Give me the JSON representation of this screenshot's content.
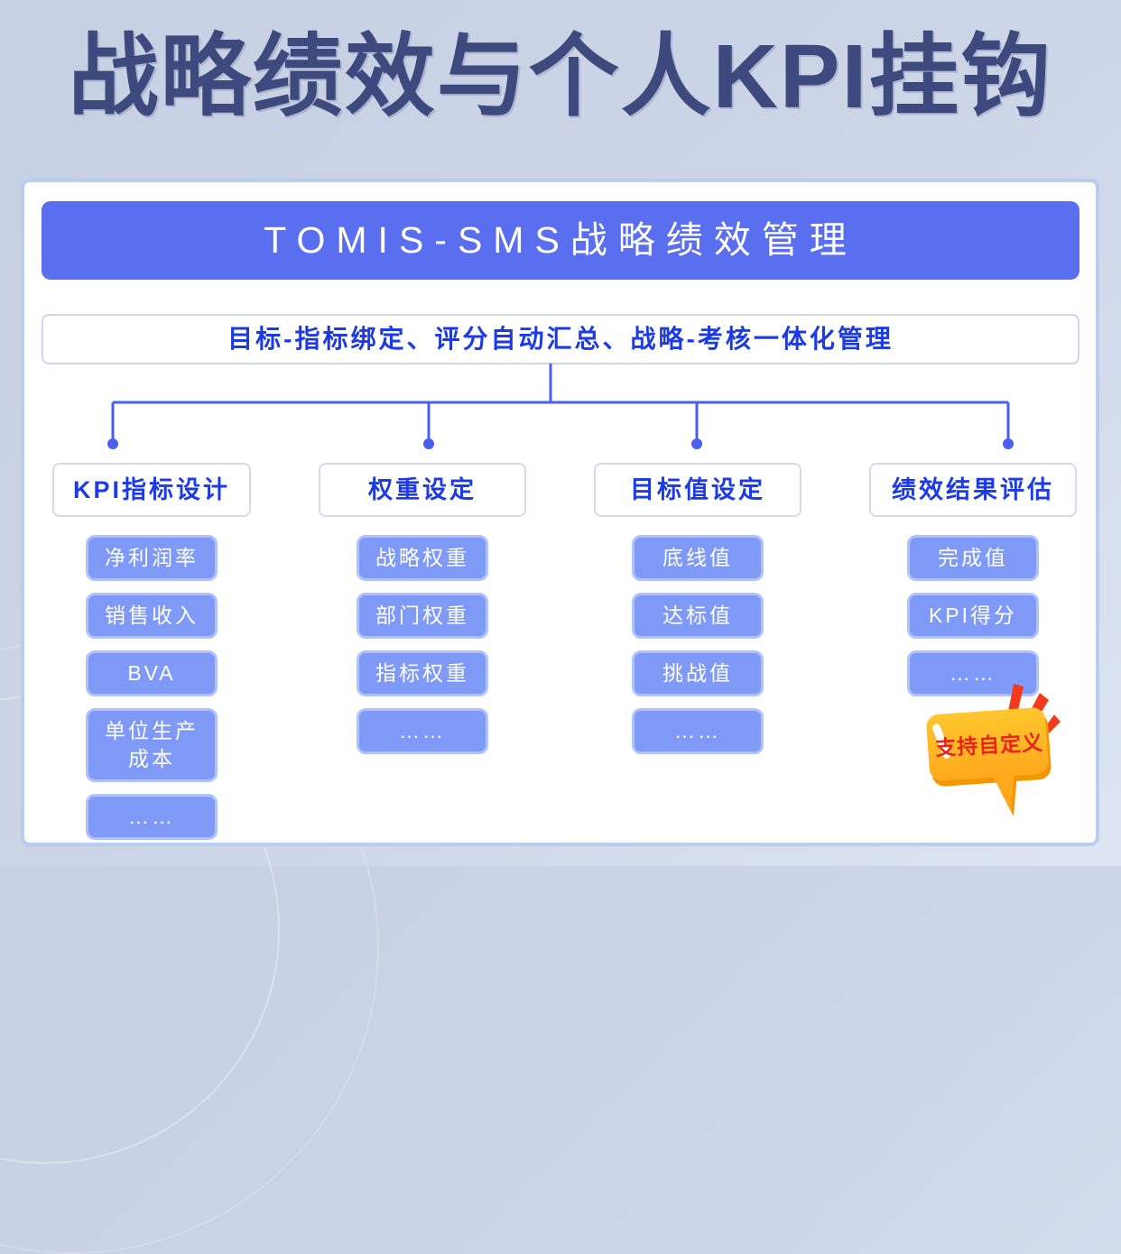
{
  "page": {
    "title": "战略绩效与个人KPI挂钩"
  },
  "card": {
    "banner": "TOMIS-SMS战略绩效管理",
    "subtitle": "目标-指标绑定、评分自动汇总、战略-考核一体化管理"
  },
  "columns": [
    {
      "header": "KPI指标设计",
      "items": [
        "净利润率",
        "销售收入",
        "BVA",
        "单位生产成本",
        "……"
      ]
    },
    {
      "header": "权重设定",
      "items": [
        "战略权重",
        "部门权重",
        "指标权重",
        "……"
      ]
    },
    {
      "header": "目标值设定",
      "items": [
        "底线值",
        "达标值",
        "挑战值",
        "……"
      ]
    },
    {
      "header": "绩效结果评估",
      "items": [
        "完成值",
        "KPI得分",
        "……"
      ]
    }
  ],
  "badge": {
    "label": "支持自定义"
  },
  "colors": {
    "title_navy": "#3e4a7e",
    "banner_blue": "#5a6ef0",
    "accent_blue_text": "#1c3be4",
    "connector_blue": "#4a5ef0",
    "leaf_fill": "#7e9af6",
    "leaf_border": "#afc2fa",
    "card_border": "#b9ceee",
    "badge_yellow": "#ffb81f",
    "badge_orange_shadow": "#f09800",
    "badge_text_red": "#e8231c",
    "spark_red": "#f43a1c"
  }
}
